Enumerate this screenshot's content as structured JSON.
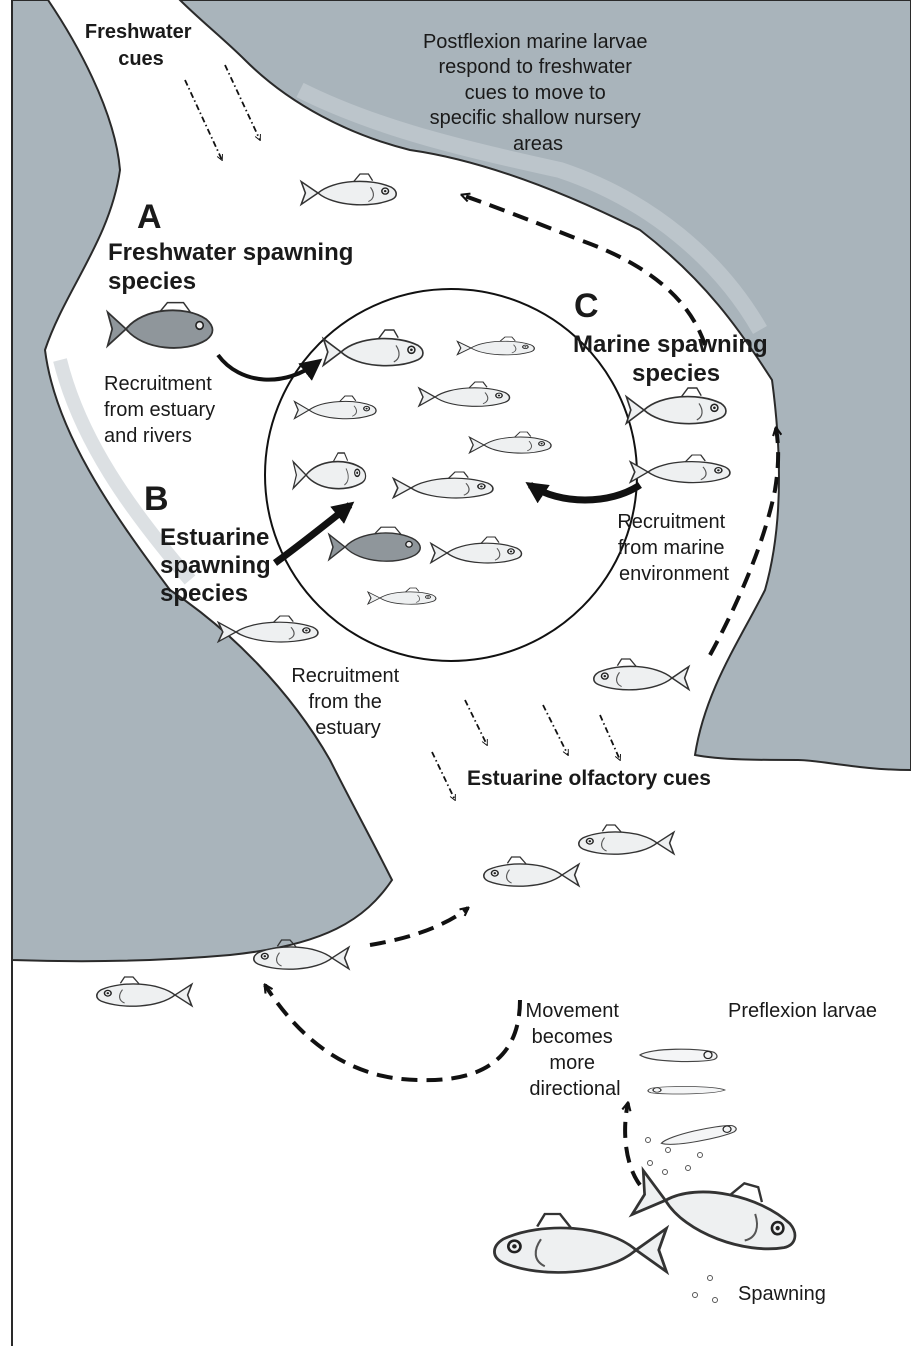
{
  "labels": {
    "freshwater_cues": [
      "Freshwater",
      "cues"
    ],
    "postflexion": [
      "Postflexion marine  larvae",
      "respond to freshwater",
      "cues to move to",
      "specific shallow nursery",
      "areas"
    ],
    "letter_a": "A",
    "freshwater_spawning": [
      "Freshwater spawning",
      "species"
    ],
    "recruit_rivers": [
      "Recruitment",
      "from estuary",
      "and rivers"
    ],
    "letter_b": "B",
    "estuarine_spawning": [
      "Estuarine",
      "spawning",
      "species"
    ],
    "letter_c": "C",
    "marine_spawning": [
      "Marine spawning",
      "species"
    ],
    "recruit_marine": [
      "Recruitment",
      "from marine",
      "environment"
    ],
    "recruit_estuary": [
      "Recruitment",
      "from the",
      "estuary"
    ],
    "olfactory": "Estuarine olfactory cues",
    "movement": [
      "Movement",
      "becomes",
      "more",
      "directional"
    ],
    "preflexion": "Preflexion larvae",
    "spawning": "Spawning"
  },
  "colors": {
    "land": "#a9b4bb",
    "land_edge": "#c5ccd1",
    "ink": "#1a1a1a"
  }
}
